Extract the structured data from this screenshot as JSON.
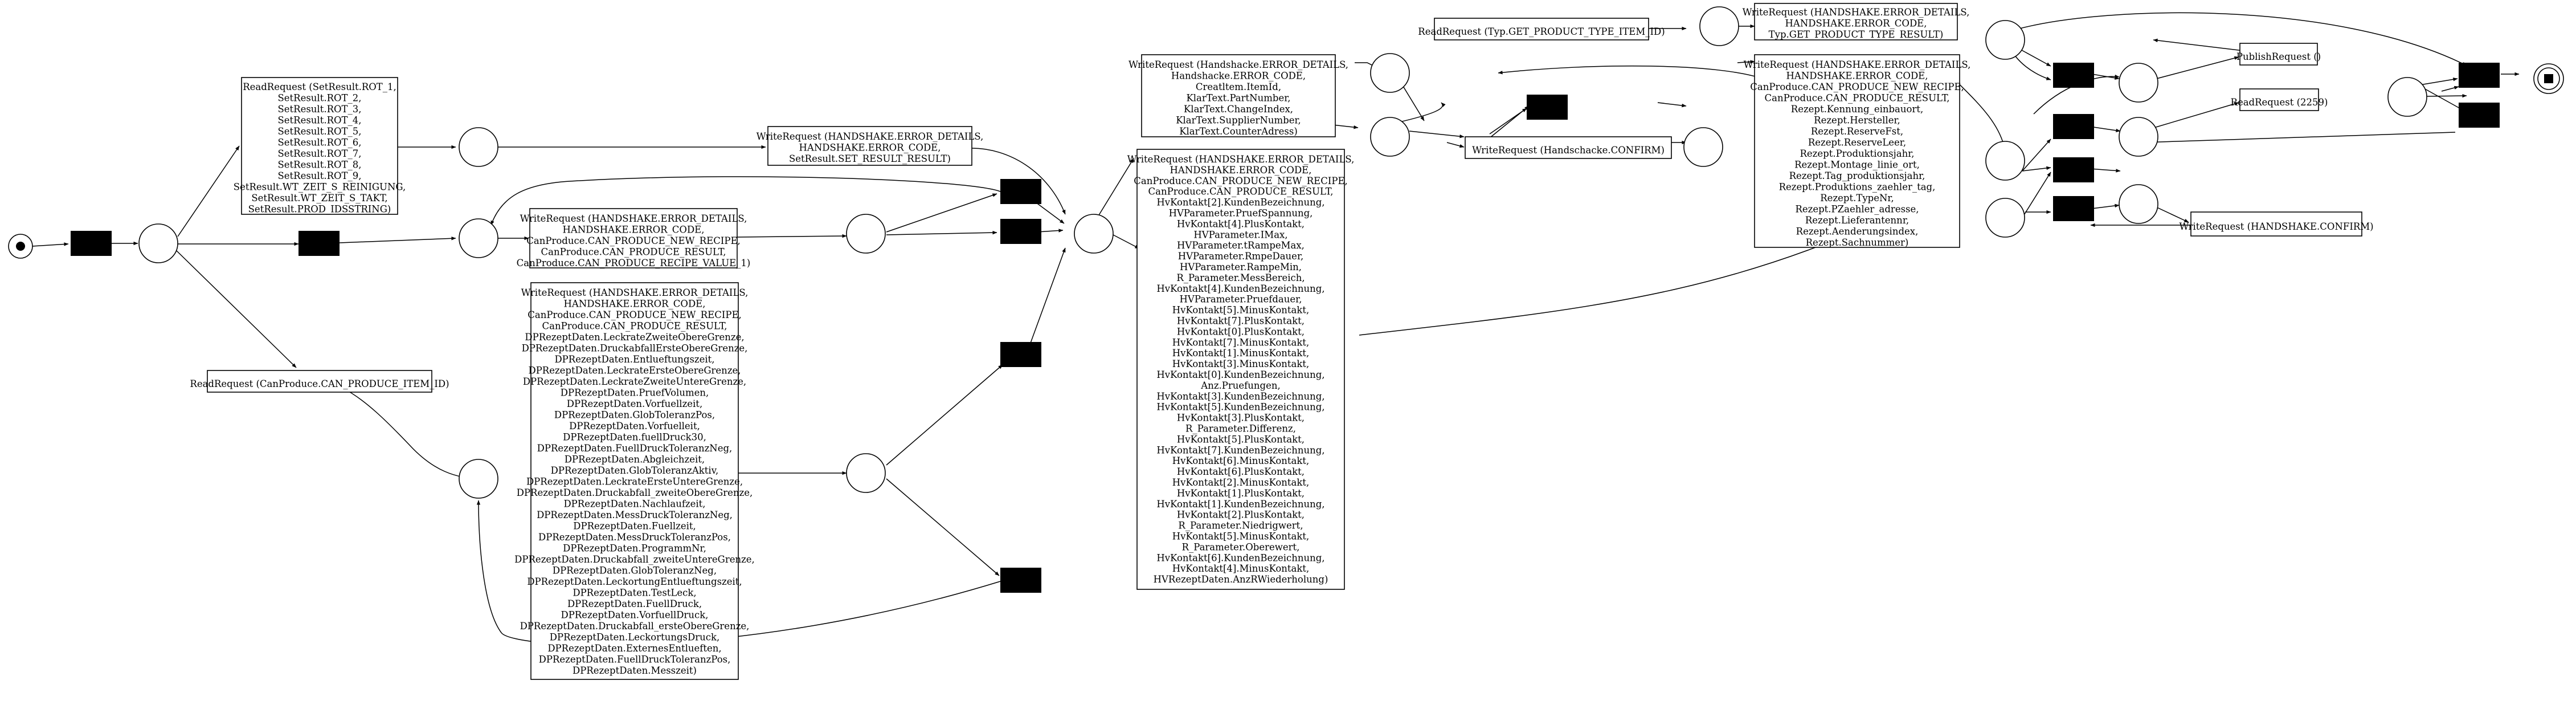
{
  "activities": {
    "read_setresult": [
      "ReadRequest (SetResult.ROT_1,",
      "SetResult.ROT_2,",
      "SetResult.ROT_3,",
      "SetResult.ROT_4,",
      "SetResult.ROT_5,",
      "SetResult.ROT_6,",
      "SetResult.ROT_7,",
      "SetResult.ROT_8,",
      "SetResult.ROT_9,",
      "SetResult.WT_ZEIT_S_REINIGUNG,",
      "SetResult.WT_ZEIT_S_TAKT,",
      "SetResult.PROD_IDSSTRING)"
    ],
    "write_set_result": [
      "WriteRequest (HANDSHAKE.ERROR_DETAILS,",
      "HANDSHAKE.ERROR_CODE,",
      "SetResult.SET_RESULT_RESULT)"
    ],
    "write_recipe_value": [
      "WriteRequest (HANDSHAKE.ERROR_DETAILS,",
      "HANDSHAKE.ERROR_CODE,",
      "CanProduce.CAN_PRODUCE_NEW_RECIPE,",
      "CanProduce.CAN_PRODUCE_RESULT,",
      "CanProduce.CAN_PRODUCE_RECIPE_VALUE_1)"
    ],
    "read_canproduce": [
      "ReadRequest (CanProduce.CAN_PRODUCE_ITEM_ID)"
    ],
    "write_dprezept": [
      "WriteRequest (HANDSHAKE.ERROR_DETAILS,",
      "HANDSHAKE.ERROR_CODE,",
      "CanProduce.CAN_PRODUCE_NEW_RECIPE,",
      "CanProduce.CAN_PRODUCE_RESULT,",
      "DPRezeptDaten.LeckrateZweiteObereGrenze,",
      "DPRezeptDaten.DruckabfallErsteObereGrenze,",
      "DPRezeptDaten.Entlueftungszeit,",
      "DPRezeptDaten.LeckrateErsteObereGrenze,",
      "DPRezeptDaten.LeckrateZweiteUntereGrenze,",
      "DPRezeptDaten.PruefVolumen,",
      "DPRezeptDaten.Vorfuellzeit,",
      "DPRezeptDaten.GlobToleranzPos,",
      "DPRezeptDaten.Vorfuelleit,",
      "DPRezeptDaten.fuellDruck30,",
      "DPRezeptDaten.FuellDruckToleranzNeg,",
      "DPRezeptDaten.Abgleichzeit,",
      "DPRezeptDaten.GlobToleranzAktiv,",
      "DPRezeptDaten.LeckrateErsteUntereGrenze,",
      "DPRezeptDaten.Druckabfall_zweiteObereGrenze,",
      "DPRezeptDaten.Nachlaufzeit,",
      "DPRezeptDaten.MessDruckToleranzNeg,",
      "DPRezeptDaten.Fuellzeit,",
      "DPRezeptDaten.MessDruckToleranzPos,",
      "DPRezeptDaten.ProgrammNr,",
      "DPRezeptDaten.Druckabfall_zweiteUntereGrenze,",
      "DPRezeptDaten.GlobToleranzNeg,",
      "DPRezeptDaten.LeckortungEntlueftungszeit,",
      "DPRezeptDaten.TestLeck,",
      "DPRezeptDaten.FuellDruck,",
      "DPRezeptDaten.VorfuellDruck,",
      "DPRezeptDaten.Druckabfall_ersteObereGrenze,",
      "DPRezeptDaten.LeckortungsDruck,",
      "DPRezeptDaten.ExternesEntlueften,",
      "DPRezeptDaten.FuellDruckToleranzPos,",
      "DPRezeptDaten.Messzeit)"
    ],
    "write_klartext": [
      "WriteRequest (Handshacke.ERROR_DETAILS,",
      "Handshacke.ERROR_CODE,",
      "Creatltem.ItemId,",
      "KlarText.PartNumber,",
      "KlarText.ChangeIndex,",
      "KlarText.SupplierNumber,",
      "KlarText.CounterAdress)"
    ],
    "write_hvkontakt": [
      "WriteRequest (HANDSHAKE.ERROR_DETAILS,",
      "HANDSHAKE.ERROR_CODE,",
      "CanProduce.CAN_PRODUCE_NEW_RECIPE,",
      "CanProduce.CAN_PRODUCE_RESULT,",
      "HvKontakt[2].KundenBezeichnung,",
      "HVParameter.PruefSpannung,",
      "HvKontakt[4].PlusKontakt,",
      "HVParameter.IMax,",
      "HVParameter.tRampeMax,",
      "HVParameter.RmpeDauer,",
      "HVParameter.RampeMin,",
      "R_Parameter.MessBereich,",
      "HvKontakt[4].KundenBezeichnung,",
      "HVParameter.Pruefdauer,",
      "HvKontakt[5].MinusKontakt,",
      "HvKontakt[7].PlusKontakt,",
      "HvKontakt[0].PlusKontakt,",
      "HvKontakt[7].MinusKontakt,",
      "HvKontakt[1].MinusKontakt,",
      "HvKontakt[3].MinusKontakt,",
      "HvKontakt[0].KundenBezeichnung,",
      "Anz.Pruefungen,",
      "HvKontakt[3].KundenBezeichnung,",
      "HvKontakt[5].KundenBezeichnung,",
      "HvKontakt[3].PlusKontakt,",
      "R_Parameter.Differenz,",
      "HvKontakt[5].PlusKontakt,",
      "HvKontakt[7].KundenBezeichnung,",
      "HvKontakt[6].MinusKontakt,",
      "HvKontakt[6].PlusKontakt,",
      "HvKontakt[2].MinusKontakt,",
      "HvKontakt[1].PlusKontakt,",
      "HvKontakt[1].KundenBezeichnung,",
      "HvKontakt[2].PlusKontakt,",
      "R_Parameter.Niedrigwert,",
      "HvKontakt[5].MinusKontakt,",
      "R_Parameter.Oberewert,",
      "HvKontakt[6].KundenBezeichnung,",
      "HvKontakt[4].MinusKontakt,",
      "HVRezeptDaten.AnzRWiederholung)"
    ],
    "read_product_type": [
      "ReadRequest (Typ.GET_PRODUCT_TYPE_ITEM_ID)"
    ],
    "write_product_type": [
      "WriteRequest (HANDSHAKE.ERROR_DETAILS,",
      "HANDSHAKE.ERROR_CODE,",
      "Typ.GET_PRODUCT_TYPE_RESULT)"
    ],
    "write_confirm_1": [
      "WriteRequest (Handschacke.CONFIRM)"
    ],
    "write_rezept": [
      "WriteRequest (HANDSHAKE.ERROR_DETAILS,",
      "HANDSHAKE.ERROR_CODE,",
      "CanProduce.CAN_PRODUCE_NEW_RECIPE,",
      "CanProduce.CAN_PRODUCE_RESULT,",
      "Rezept.Kennung_einbauort,",
      "Rezept.Hersteller,",
      "Rezept.ReserveFst,",
      "Rezept.ReserveLeer,",
      "Rezept.Produktionsjahr,",
      "Rezept.Montage_linie_ort,",
      "Rezept.Tag_produktionsjahr,",
      "Rezept.Produktions_zaehler_tag,",
      "Rezept.TypeNr,",
      "Rezept.PZaehler_adresse,",
      "Rezept.Lieferantennr,",
      "Rezept.Aenderungsindex,",
      "Rezept.Sachnummer)"
    ],
    "publish": [
      "PublishRequest ()"
    ],
    "read_2259": [
      "ReadRequest (2259)"
    ],
    "write_confirm_2": [
      "WriteRequest (HANDSHAKE.CONFIRM)"
    ]
  }
}
